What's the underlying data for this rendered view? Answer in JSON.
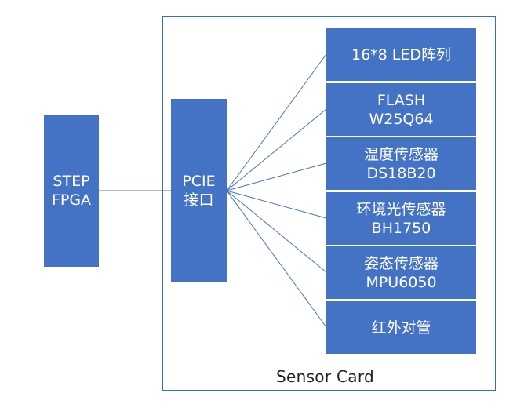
{
  "fpga": {
    "line1": "STEP",
    "line2": "FPGA"
  },
  "pcie": {
    "line1": "PCIE",
    "line2": "接口"
  },
  "card": {
    "label": "Sensor Card"
  },
  "sensors": [
    {
      "line1": "16*8 LED阵列",
      "line2": ""
    },
    {
      "line1": "FLASH",
      "line2": "W25Q64"
    },
    {
      "line1": "温度传感器",
      "line2": "DS18B20"
    },
    {
      "line1": "环境光传感器",
      "line2": "BH1750"
    },
    {
      "line1": "姿态传感器",
      "line2": "MPU6050"
    },
    {
      "line1": "红外对管",
      "line2": ""
    }
  ],
  "colors": {
    "block_fill": "#4472C4",
    "line": "#4472C4",
    "card_border": "#2E75B6"
  }
}
